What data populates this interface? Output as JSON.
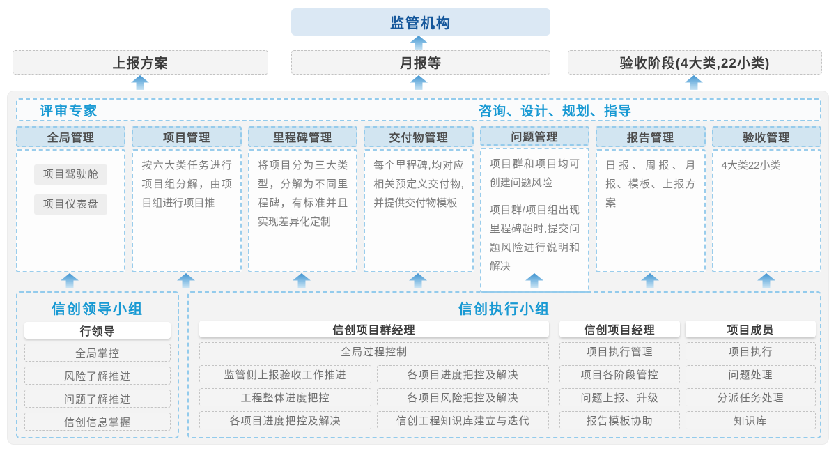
{
  "top": {
    "regulator": "监管机构"
  },
  "row2": [
    {
      "label": "上报方案"
    },
    {
      "label": "月报等"
    },
    {
      "label": "验收阶段(4大类,22小类)"
    }
  ],
  "strip": {
    "left": "评审专家",
    "right": "咨询、设计、规划、指导"
  },
  "columns": [
    {
      "header": "全局管理",
      "items": [
        "项目驾驶舱",
        "项目仪表盘"
      ]
    },
    {
      "header": "项目管理",
      "paragraphs": [
        "按六大类任务进行项目组分解，由项目组进行项目推"
      ]
    },
    {
      "header": "里程碑管理",
      "paragraphs": [
        "将项目分为三大类型，分解为不同里程碑，有标准并且实现差异化定制"
      ]
    },
    {
      "header": "交付物管理",
      "paragraphs": [
        "每个里程碑,均对应相关预定义交付物,并提供交付物模板"
      ]
    },
    {
      "header": "问题管理",
      "paragraphs": [
        "项目群和项目均可创建问题风险",
        "项目群/项目组出现里程碑超时,提交问题风险进行说明和解决"
      ]
    },
    {
      "header": "报告管理",
      "paragraphs": [
        "日报、周报、月报、模板、上报方案"
      ]
    },
    {
      "header": "验收管理",
      "paragraphs": [
        "4大类22小类"
      ]
    }
  ],
  "groups": {
    "leader": {
      "title": "信创领导小组",
      "role": "行领导",
      "items": [
        "全局掌控",
        "风险了解推进",
        "问题了解推进",
        "信创信息掌握"
      ]
    },
    "executor": {
      "title": "信创执行小组",
      "pg_manager": {
        "role": "信创项目群经理",
        "full_item": "全局过程控制",
        "left_items": [
          "监管侧上报验收工作推进",
          "工程整体进度把控",
          "各项目进度把控及解决"
        ],
        "right_items": [
          "各项目进度把控及解决",
          "各项目风险把控及解决",
          "信创工程知识库建立与迭代"
        ]
      },
      "pm": {
        "role": "信创项目经理",
        "items": [
          "项目执行管理",
          "项目各阶段管控",
          "问题上报、升级",
          "报告模板协助"
        ]
      },
      "member": {
        "role": "项目成员",
        "items": [
          "项目执行",
          "问题处理",
          "分派任务处理",
          "知识库"
        ]
      }
    }
  },
  "colors": {
    "accent_blue": "#1899d3",
    "dark_blue": "#15579b",
    "node_blue_bg": "#dbe8f4",
    "dashed_blue_border": "#93cbec",
    "column_header_bg": "#d2e5f1",
    "container_bg": "#f3f3f3"
  },
  "icons": {
    "up_arrow_glyph": "▲"
  }
}
